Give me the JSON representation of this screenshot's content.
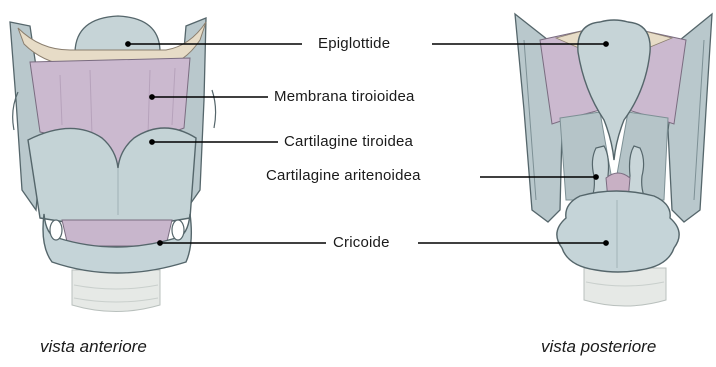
{
  "labels": {
    "epiglottide": "Epiglottide",
    "membrana": "Membrana tiroioidea",
    "tiroidea": "Cartilagine tiroidea",
    "aritenoidea": "Cartilagine aritenoidea",
    "cricoide": "Cricoide"
  },
  "captions": {
    "anterior": "vista anteriore",
    "posterior": "vista posteriore"
  },
  "colors": {
    "cartilage": "#c5d4d8",
    "cartilage_shade": "#9fb0b5",
    "membrane": "#c9b6cc",
    "outline": "#55666b",
    "trachea": "#e6e9e6",
    "leader_line": "#000000"
  }
}
